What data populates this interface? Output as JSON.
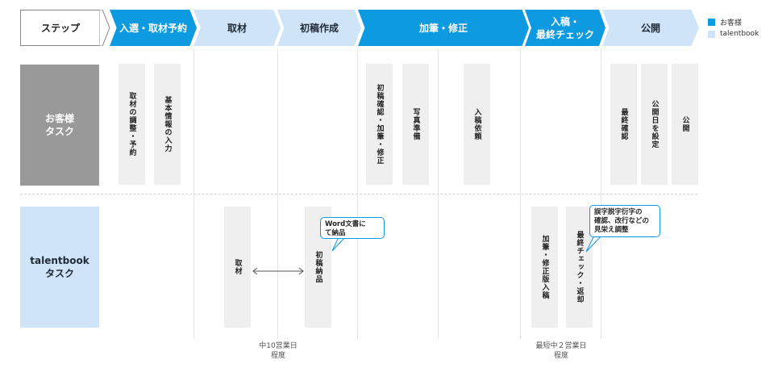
{
  "steps": {
    "head": "ステップ",
    "s1": "入選・取材予約",
    "s2": "取材",
    "s3": "初稿作成",
    "s4": "加筆・修正",
    "s5_line1": "入稿・",
    "s5_line2": "最終チェック",
    "s6": "公開"
  },
  "legend": {
    "customer": "お客様",
    "talentbook": "talentbook"
  },
  "rows": {
    "customer_line1": "お客様",
    "customer_line2": "タスク",
    "tb_line1": "talentbook",
    "tb_line2": "タスク"
  },
  "customer_tasks": {
    "t1": "取材の調整・予約",
    "t2": "基本情報の入力",
    "t3": "初稿確認・加筆・修正",
    "t4": "写真準備",
    "t5": "入稿依頼",
    "t6": "最終確認",
    "t7": "公開日を設定",
    "t8": "公開"
  },
  "tb_tasks": {
    "t1": "取材",
    "t2": "初稿納品",
    "t3": "加筆・修正版入稿",
    "t4": "最終チェック・返却"
  },
  "bubbles": {
    "b1_line1": "Word文書に",
    "b1_line2": "て納品",
    "b2_line1": "誤字脱字衍字の",
    "b2_line2": "確認、改行などの",
    "b2_line3": "見栄え調整"
  },
  "notes": {
    "n1_line1": "中10営業日",
    "n1_line2": "程度",
    "n2_line1": "最短中２営業日",
    "n2_line2": "程度"
  },
  "colors": {
    "customer": "#0d9ae1",
    "talentbook": "#cfe4f6",
    "customer_row": "#999999",
    "task_bg": "#efefef"
  }
}
